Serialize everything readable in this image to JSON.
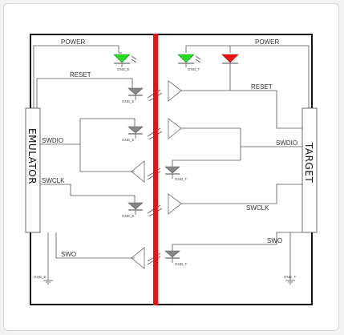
{
  "blocks": {
    "left": "EMULATOR",
    "right": "TARGET"
  },
  "left_signals": {
    "power": "POWER",
    "reset": "RESET",
    "swdio": "SWDIO",
    "swclk": "SWCLK",
    "swo": "SWO"
  },
  "right_signals": {
    "power": "POWER",
    "reset": "RESET",
    "swdio": "SWDIO",
    "swclk": "SWCLK",
    "swo": "SWO"
  },
  "grounds": {
    "emulator": "GND_E",
    "target": "GND_T"
  },
  "colors": {
    "isolation_barrier": "#ee1111",
    "led_green": "#22dd22",
    "led_red": "#ee1111",
    "frame": "#111111"
  }
}
